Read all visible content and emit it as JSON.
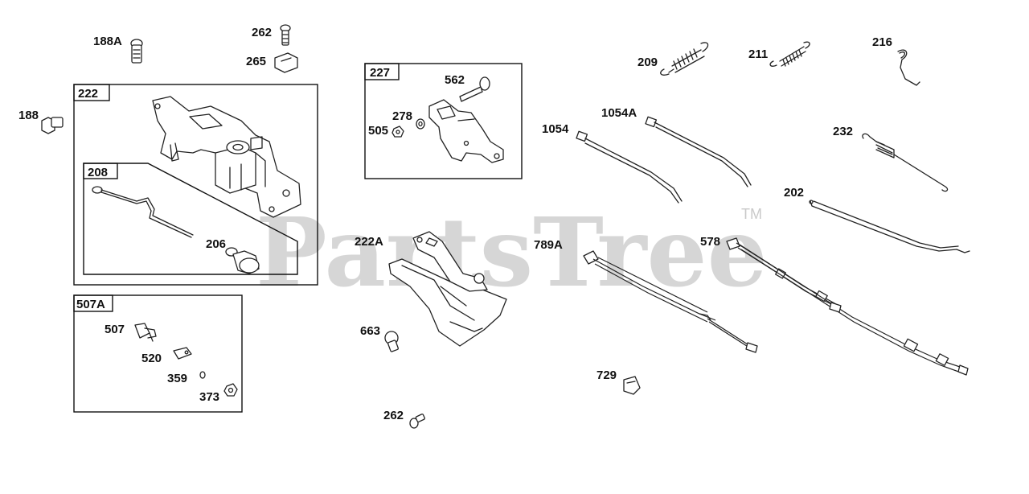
{
  "watermark": {
    "brand": "PartsTree",
    "trademark": "TM"
  },
  "boxes": [
    {
      "id": "222",
      "label": "222"
    },
    {
      "id": "208",
      "label": "208"
    },
    {
      "id": "507A",
      "label": "507A"
    },
    {
      "id": "227",
      "label": "227"
    }
  ],
  "parts": [
    {
      "id": "188A",
      "label": "188A"
    },
    {
      "id": "262a",
      "label": "262"
    },
    {
      "id": "265",
      "label": "265"
    },
    {
      "id": "188",
      "label": "188"
    },
    {
      "id": "206",
      "label": "206"
    },
    {
      "id": "507",
      "label": "507"
    },
    {
      "id": "520",
      "label": "520"
    },
    {
      "id": "359",
      "label": "359"
    },
    {
      "id": "373",
      "label": "373"
    },
    {
      "id": "562",
      "label": "562"
    },
    {
      "id": "278",
      "label": "278"
    },
    {
      "id": "505",
      "label": "505"
    },
    {
      "id": "222A",
      "label": "222A"
    },
    {
      "id": "663",
      "label": "663"
    },
    {
      "id": "262b",
      "label": "262"
    },
    {
      "id": "209",
      "label": "209"
    },
    {
      "id": "211",
      "label": "211"
    },
    {
      "id": "216",
      "label": "216"
    },
    {
      "id": "1054A",
      "label": "1054A"
    },
    {
      "id": "1054",
      "label": "1054"
    },
    {
      "id": "232",
      "label": "232"
    },
    {
      "id": "202",
      "label": "202"
    },
    {
      "id": "789A",
      "label": "789A"
    },
    {
      "id": "578",
      "label": "578"
    },
    {
      "id": "729",
      "label": "729"
    }
  ]
}
